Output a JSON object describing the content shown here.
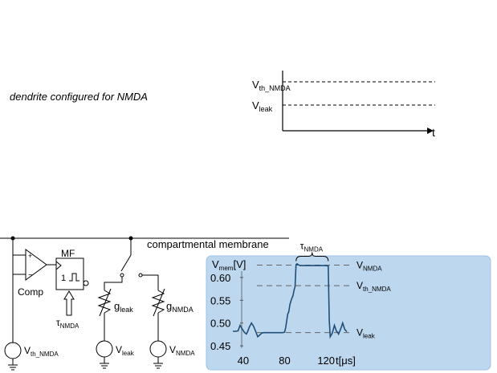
{
  "caption": "dendrite configured for NMDA",
  "top_graph": {
    "v_th_base": "V",
    "v_th_sub": "th_NMDA",
    "v_leak_base": "V",
    "v_leak_sub": "leak",
    "x_axis": "t"
  },
  "circuit": {
    "membrane_label": "compartmental membrane",
    "mf_label": "MF",
    "mf_pulse": "1",
    "comp_label": "Comp",
    "tau_base": "τ",
    "tau_sub": "NMDA",
    "g_leak_base": "g",
    "g_leak_sub": "leak",
    "g_nmda_base": "g",
    "g_nmda_sub": "NMDA",
    "src_vth_base": "V",
    "src_vth_sub": "th_NMDA",
    "src_vleak_base": "V",
    "src_vleak_sub": "leak",
    "src_vnmda_base": "V",
    "src_vnmda_sub": "NMDA",
    "plus": "+",
    "minus": "−"
  },
  "colors": {
    "panel_bg": "#bdd7ee",
    "panel_border": "#9dc3e6",
    "trace": "#1f4e79"
  },
  "chart_data": {
    "type": "line",
    "title": "",
    "ylabel_base": "V",
    "ylabel_sub": "mem",
    "ylabel_unit": "[V]",
    "xlabel": "t[μs]",
    "xlim": [
      30,
      140
    ],
    "ylim": [
      0.445,
      0.635
    ],
    "x_ticks": [
      40,
      80,
      120
    ],
    "y_ticks": [
      "0.60",
      "0.55",
      "0.50",
      "0.45"
    ],
    "tau_base": "τ",
    "tau_sub": "NMDA",
    "reference_lines": [
      {
        "name_base": "V",
        "name_sub": "NMDA",
        "y": 0.627
      },
      {
        "name_base": "V",
        "name_sub": "th_NMDA",
        "y": 0.582
      },
      {
        "name_base": "V",
        "name_sub": "leak",
        "y": 0.479
      }
    ],
    "series": [
      {
        "x": [
          30,
          33,
          35,
          37,
          39,
          41,
          43,
          44,
          46,
          48,
          50,
          52,
          54,
          56,
          58,
          60,
          62,
          64,
          66,
          70,
          74,
          78,
          80,
          81,
          82,
          83,
          84,
          85,
          86,
          87,
          88,
          89,
          90,
          91,
          92,
          93,
          95,
          100,
          105,
          110,
          115,
          118,
          120,
          122,
          123,
          124,
          126,
          128,
          130,
          131,
          132,
          134,
          136,
          138,
          140
        ],
        "y": [
          0.482,
          0.482,
          0.483,
          0.495,
          0.487,
          0.48,
          0.476,
          0.48,
          0.492,
          0.5,
          0.493,
          0.482,
          0.47,
          0.474,
          0.478,
          0.479,
          0.479,
          0.479,
          0.479,
          0.479,
          0.479,
          0.479,
          0.48,
          0.49,
          0.505,
          0.52,
          0.525,
          0.54,
          0.548,
          0.555,
          0.56,
          0.572,
          0.58,
          0.628,
          0.63,
          0.628,
          0.626,
          0.626,
          0.626,
          0.626,
          0.626,
          0.626,
          0.626,
          0.625,
          0.505,
          0.47,
          0.478,
          0.495,
          0.482,
          0.48,
          0.476,
          0.487,
          0.5,
          0.486,
          0.481
        ]
      }
    ]
  }
}
